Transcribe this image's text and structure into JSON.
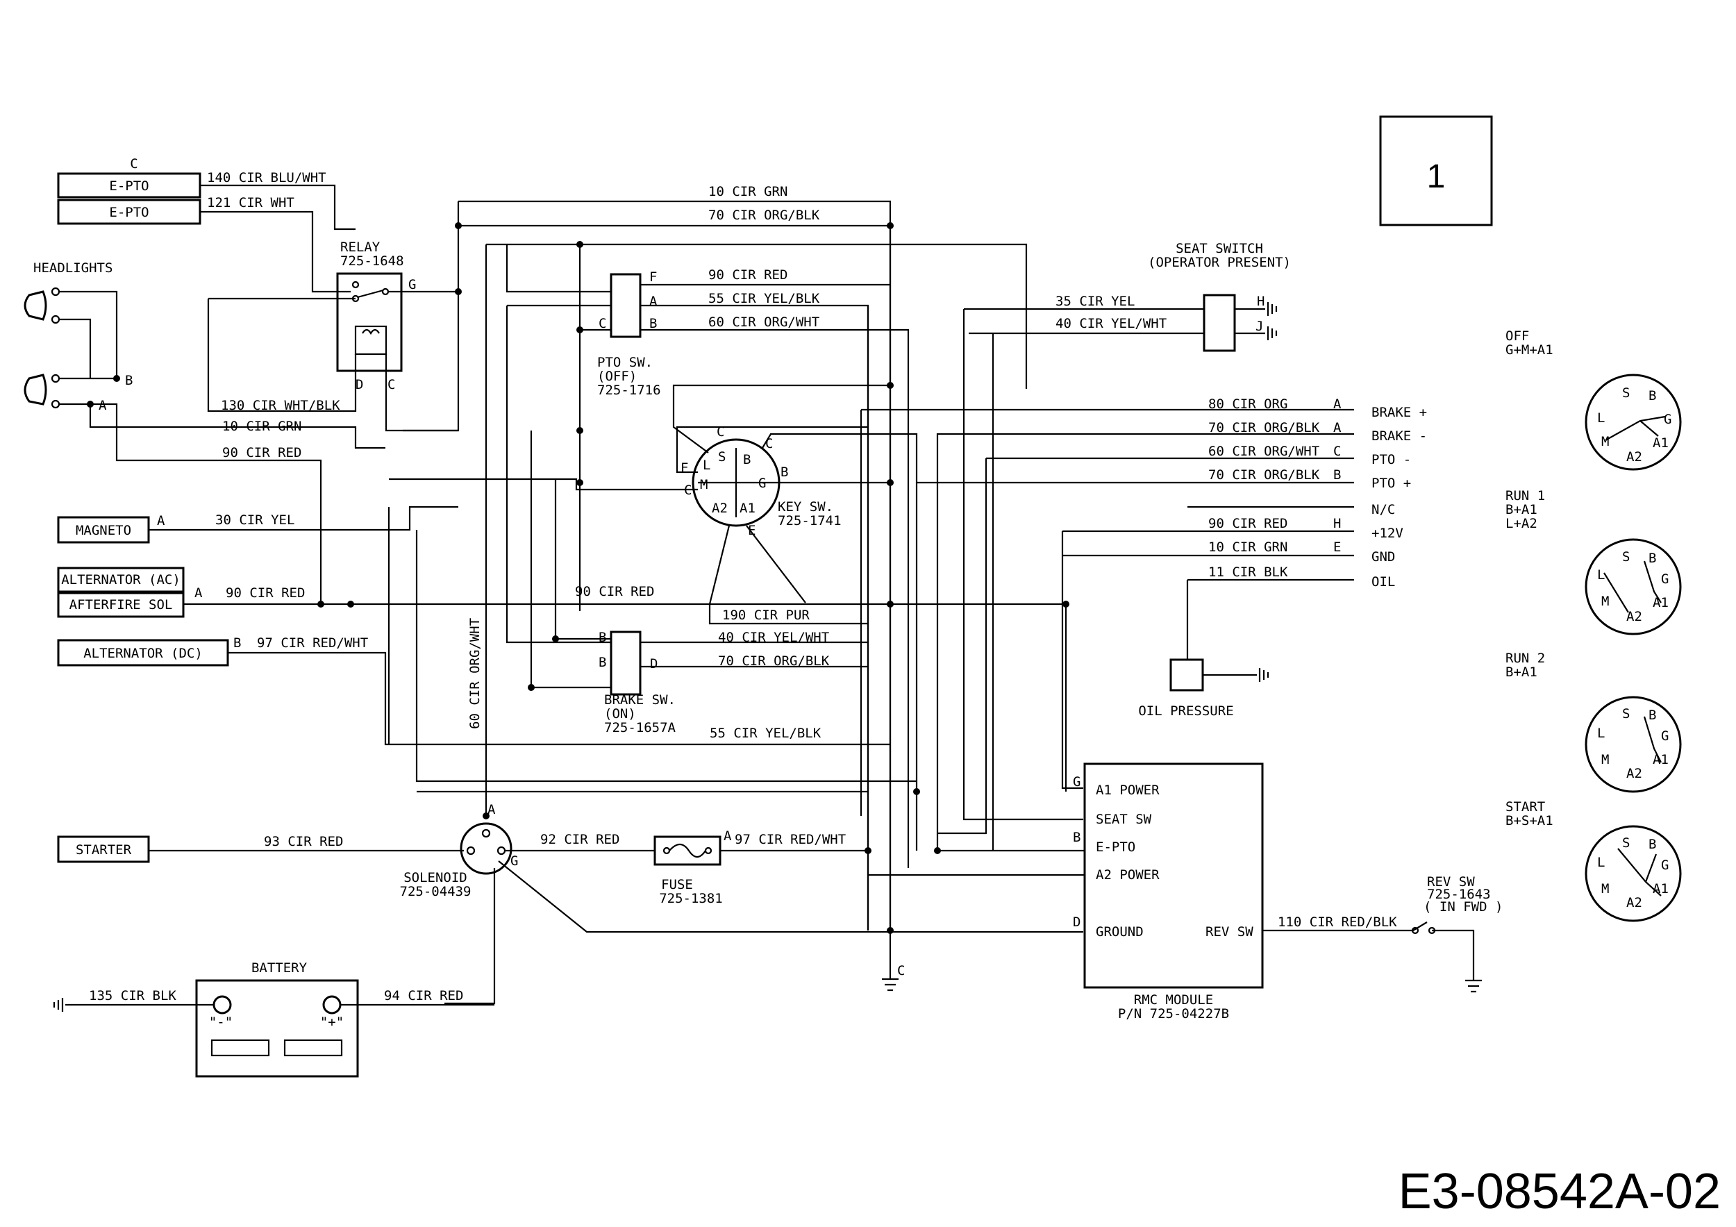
{
  "page_number": "1",
  "drawing_id": "E3-08542A-02",
  "components": {
    "c_top": "C",
    "epto1": "E-PTO",
    "epto2": "E-PTO",
    "headlights": "HEADLIGHTS",
    "relay_name": "RELAY",
    "relay_pn": "725-1648",
    "relay_g": "G",
    "relay_d": "D",
    "relay_c": "C",
    "magneto": "MAGNETO",
    "alt_ac": "ALTERNATOR (AC)",
    "afterfire": "AFTERFIRE SOL",
    "alt_dc": "ALTERNATOR (DC)",
    "starter": "STARTER",
    "solenoid_name": "SOLENOID",
    "solenoid_pn": "725-04439",
    "fuse_name": "FUSE",
    "fuse_pn": "725-1381",
    "battery": "BATTERY",
    "bat_neg": "\"-\"",
    "bat_pos": "\"+\"",
    "pto_sw_1": "PTO SW.",
    "pto_sw_2": "(OFF)",
    "pto_sw_3": "725-1716",
    "brake_sw_1": "BRAKE SW.",
    "brake_sw_2": "(ON)",
    "brake_sw_3": "725-1657A",
    "key_sw_1": "KEY SW.",
    "key_sw_2": "725-1741",
    "seat_1": "SEAT SWITCH",
    "seat_2": "(OPERATOR PRESENT)",
    "oil_pressure": "OIL PRESSURE",
    "rmc_1": "RMC MODULE",
    "rmc_2": "P/N 725-04227B",
    "rmc_a1": "A1 POWER",
    "rmc_seat": "SEAT SW",
    "rmc_epto": "E-PTO",
    "rmc_a2": "A2 POWER",
    "rmc_ground": "GROUND",
    "rmc_rev": "REV SW",
    "rev_1": "REV SW",
    "rev_2": "725-1643",
    "rev_3": "( IN FWD )"
  },
  "wires": {
    "w140": "140 CIR BLU/WHT",
    "w121": "121 CIR WHT",
    "w10a": "10 CIR GRN",
    "w70a": "70 CIR ORG/BLK",
    "w90a": "90 CIR RED",
    "w55a": "55 CIR YEL/BLK",
    "w60a": "60 CIR ORG/WHT",
    "w35": "35 CIR YEL",
    "w40a": "40 CIR YEL/WHT",
    "w130": "130 CIR WHT/BLK",
    "w10b": "10 CIR GRN",
    "w90b": "90 CIR RED",
    "w30": "30 CIR YEL",
    "w90c": "90 CIR RED",
    "w90d": "90 CIR RED",
    "w97a": "97 CIR RED/WHT",
    "w60v": "60 CIR ORG/WHT",
    "w190": "190 CIR PUR",
    "w40b": "40 CIR YEL/WHT",
    "w70b": "70 CIR ORG/BLK",
    "w55b": "55 CIR YEL/BLK",
    "w93": "93 CIR RED",
    "w92": "92 CIR RED",
    "w97b": "97 CIR RED/WHT",
    "w135": "135 CIR BLK",
    "w94": "94 CIR RED",
    "w110": "110 CIR RED/BLK",
    "w80": "80 CIR ORG",
    "w70c": "70 CIR ORG/BLK",
    "w60c": "60 CIR ORG/WHT",
    "w70d": "70 CIR ORG/BLK",
    "w90e": "90 CIR RED",
    "w10c": "10 CIR GRN",
    "w11": "11 CIR BLK"
  },
  "connector": [
    {
      "wire": "80 CIR ORG",
      "pin": "A",
      "func": "BRAKE +"
    },
    {
      "wire": "70 CIR ORG/BLK",
      "pin": "A",
      "func": "BRAKE -"
    },
    {
      "wire": "60 CIR ORG/WHT",
      "pin": "C",
      "func": "PTO -"
    },
    {
      "wire": "70 CIR ORG/BLK",
      "pin": "B",
      "func": "PTO +"
    },
    {
      "wire": "",
      "pin": "",
      "func": "N/C"
    },
    {
      "wire": "90 CIR RED",
      "pin": "H",
      "func": "+12V"
    },
    {
      "wire": "10 CIR GRN",
      "pin": "E",
      "func": "GND"
    },
    {
      "wire": "11 CIR BLK",
      "pin": "",
      "func": "OIL"
    }
  ],
  "key_positions": [
    {
      "name": "OFF",
      "circuit": "G+M+A1"
    },
    {
      "name": "RUN 1",
      "circuit": "B+A1",
      "circuit2": "L+A2"
    },
    {
      "name": "RUN 2",
      "circuit": "B+A1"
    },
    {
      "name": "START",
      "circuit": "B+S+A1"
    }
  ],
  "key_terminals": [
    "S",
    "B",
    "L",
    "G",
    "M",
    "A2",
    "A1"
  ],
  "pin_letters": {
    "A": "A",
    "B": "B",
    "C": "C",
    "D": "D",
    "E": "E",
    "F": "F",
    "G": "G",
    "H": "H",
    "J": "J",
    "L": "L",
    "S": "S",
    "M": "M",
    "A1": "A1",
    "A2": "A2"
  }
}
